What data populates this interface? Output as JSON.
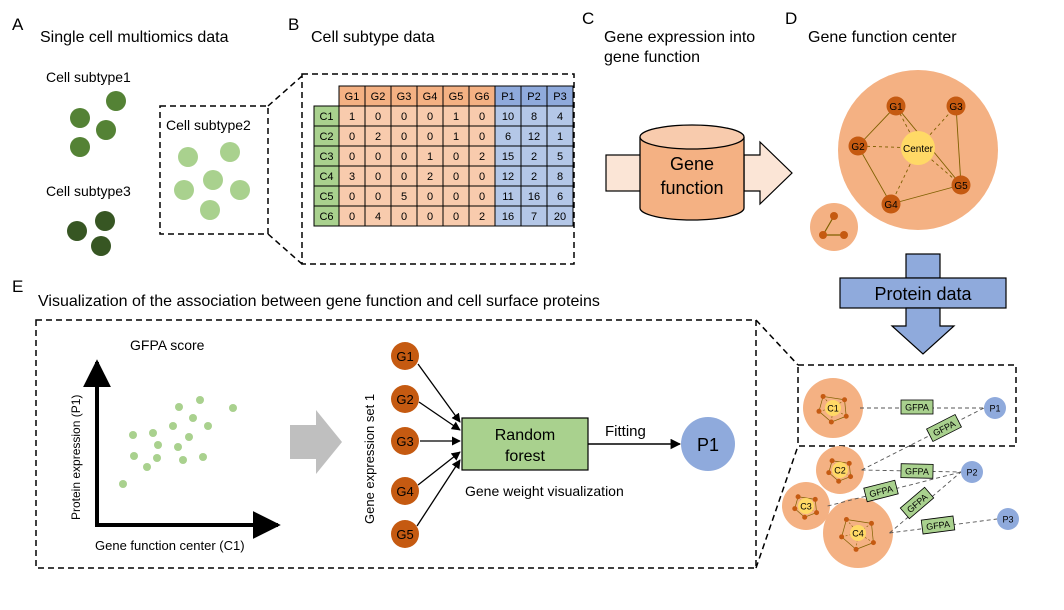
{
  "panels": {
    "a": {
      "letter": "A",
      "title": "Single cell multiomics data",
      "subtype1": "Cell subtype1",
      "subtype2": "Cell subtype2",
      "subtype3": "Cell subtype3"
    },
    "b": {
      "letter": "B",
      "title": "Cell subtype data"
    },
    "c": {
      "letter": "C",
      "title_line1": "Gene expression into",
      "title_line2": "gene function",
      "cylinder_line1": "Gene",
      "cylinder_line2": "function"
    },
    "d": {
      "letter": "D",
      "title": "Gene function center",
      "center_label": "Center",
      "nodes": [
        "G1",
        "G2",
        "G3",
        "G4",
        "G5"
      ]
    },
    "protein_data": "Protein data",
    "e": {
      "letter": "E",
      "title": "Visualization of the association between gene function and cell surface proteins",
      "gfpa_score": "GFPA score",
      "y_axis": "Protein expression (P1)",
      "x_axis": "Gene function center (C1)",
      "gene_set_label": "Gene expression set 1",
      "genes": [
        "G1",
        "G2",
        "G3",
        "G4",
        "G5"
      ],
      "rf_line1": "Random",
      "rf_line2": "forest",
      "fitting": "Fitting",
      "p1": "P1",
      "weight_vis": "Gene weight visualization"
    },
    "right": {
      "cells": [
        "C1",
        "C2",
        "C3",
        "C4"
      ],
      "proteins": [
        "P1",
        "P2",
        "P3"
      ],
      "gfpa": "GFPA"
    }
  },
  "table": {
    "headers": [
      "G1",
      "G2",
      "G3",
      "G4",
      "G5",
      "G6",
      "P1",
      "P2",
      "P3"
    ],
    "rows": [
      {
        "label": "C1",
        "values": [
          "1",
          "0",
          "0",
          "0",
          "1",
          "0",
          "10",
          "8",
          "4"
        ]
      },
      {
        "label": "C2",
        "values": [
          "0",
          "2",
          "0",
          "0",
          "1",
          "0",
          "6",
          "12",
          "1"
        ]
      },
      {
        "label": "C3",
        "values": [
          "0",
          "0",
          "0",
          "1",
          "0",
          "2",
          "15",
          "2",
          "5"
        ]
      },
      {
        "label": "C4",
        "values": [
          "3",
          "0",
          "0",
          "2",
          "0",
          "0",
          "12",
          "2",
          "8"
        ]
      },
      {
        "label": "C5",
        "values": [
          "0",
          "0",
          "5",
          "0",
          "0",
          "0",
          "11",
          "16",
          "6"
        ]
      },
      {
        "label": "C6",
        "values": [
          "0",
          "4",
          "0",
          "0",
          "0",
          "2",
          "16",
          "7",
          "20"
        ]
      }
    ]
  },
  "colors": {
    "gene_orange": "#f4b183",
    "node_orange": "#c55a11",
    "protein_blue": "#8faadc",
    "cell_green": "#a9d18e",
    "mid_green": "#548235",
    "dark_green": "#375623",
    "center_yellow": "#ffd966"
  }
}
